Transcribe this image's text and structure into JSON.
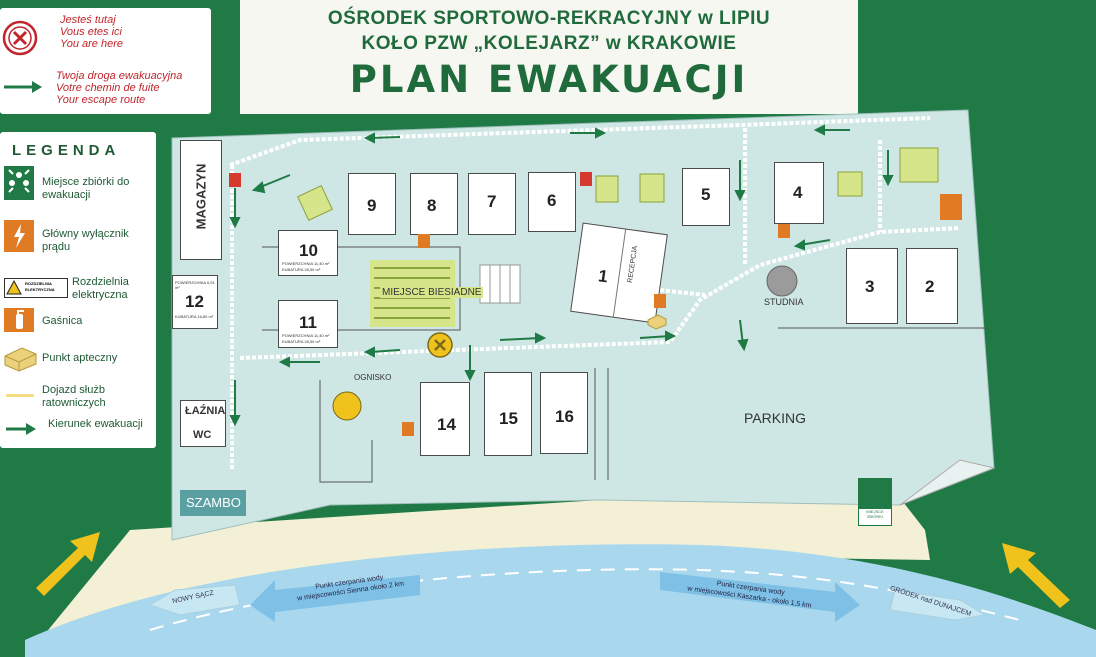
{
  "header": {
    "line1": "OŚRODEK SPORTOWO-REKRACYJNY w LIPIU",
    "line2": "KOŁO PZW „KOLEJARZ” w KRAKOWIE",
    "line3": "PLAN EWAKUACJI"
  },
  "you_are_here": {
    "l1": "Jesteś tutaj",
    "l2": "Vous etes ici",
    "l3": "You are here"
  },
  "escape": {
    "l1": "Twoja droga ewakuacyjna",
    "l2": "Votre chemin de fuite",
    "l3": "Your escape route"
  },
  "legend": {
    "title": "LEGENDA",
    "items": [
      {
        "label": "Miejsce zbiórki do ewakuacji",
        "icon": "assembly-point-icon"
      },
      {
        "label": "Główny wyłącznik prądu",
        "icon": "power-switch-icon"
      },
      {
        "label": "Rozdzielnia elektryczna",
        "icon": "distribution-board-icon"
      },
      {
        "label": "Gaśnica",
        "icon": "extinguisher-icon"
      },
      {
        "label": "Punkt apteczny",
        "icon": "first-aid-icon"
      },
      {
        "label": "Dojazd służb ratowniczych",
        "icon": "emergency-access-icon"
      },
      {
        "label": "Kierunek ewakuacji",
        "icon": "evacuation-arrow-icon"
      }
    ],
    "board_label": "ROZDZIELNIA ELEKTRYCZNA"
  },
  "map": {
    "magazyn": "MAGAZYN",
    "lazna": "ŁAŹNIA",
    "wc": "WC",
    "szambo": "SZAMBO",
    "biesiadne": "MIEJSCE BIESIADNE",
    "ognisko": "OGNISKO",
    "studnia": "STUDNIA",
    "parking": "PARKING",
    "recepcja": "RECEPCJA",
    "cabins": [
      {
        "n": "1"
      },
      {
        "n": "2"
      },
      {
        "n": "3"
      },
      {
        "n": "4"
      },
      {
        "n": "5"
      },
      {
        "n": "6"
      },
      {
        "n": "7"
      },
      {
        "n": "8"
      },
      {
        "n": "9"
      },
      {
        "n": "10"
      },
      {
        "n": "11"
      },
      {
        "n": "12"
      },
      {
        "n": "14"
      },
      {
        "n": "15"
      },
      {
        "n": "16"
      }
    ],
    "area10": "POWIERZCHNIA 11,40 m²",
    "kub10": "KUBATURA 28,50 m³",
    "area11": "POWIERZCHNIA 11,40 m²",
    "kub11": "KUBATURA 28,50 m³",
    "area12": "POWIERZCHNIA 6,51 m²",
    "kub12": "KUBATURA 16,80 m³",
    "river_left": "NOWY SĄCZ",
    "river_right": "GRÓDEK nad DUNAJCEM",
    "water1_l1": "Punkt czerpania wody",
    "water1_l2": "w miejscowości Sienna około 2 km",
    "water2_l1": "Punkt czerpania wody",
    "water2_l2": "w miejscowości Kaszarka - około 1,5 km",
    "assembly_label": "MIEJSCE ZBIÓRKI"
  },
  "colors": {
    "background": "#1f7a45",
    "map_base": "#cfe7e4",
    "title_green": "#1f6b3c",
    "red": "#c0262c",
    "water": "#a9d8ee",
    "beach": "#f3f0d6"
  }
}
